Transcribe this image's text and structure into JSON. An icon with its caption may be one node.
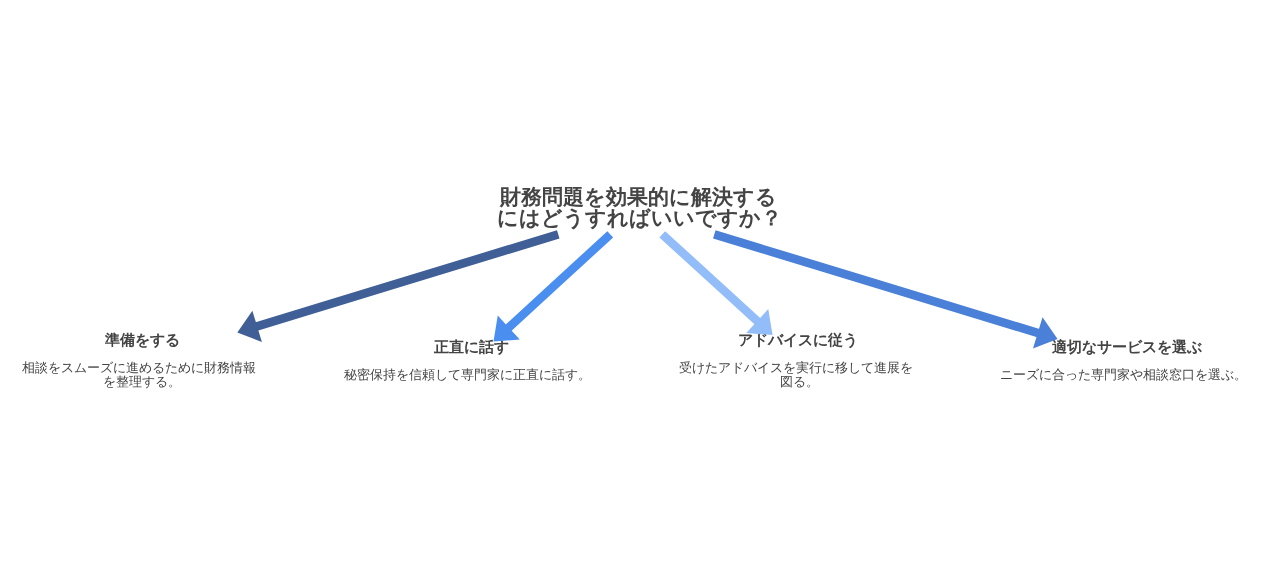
{
  "diagram": {
    "nodes": [
      {
        "text": [
          "財務問題を効果的に解決するにはどうすればいいですか？"
        ]
      },
      {
        "text": [
          "準備をする",
          "相談をスムーズに進めるために財務情報を整理する。"
        ]
      },
      {
        "text": [
          "適切なサービスを選ぶ",
          "ニーズに合った専門家や相談窓口を選ぶ。"
        ]
      },
      {
        "text": [
          "正直に話す",
          "秘密保持を信頼して専門家に正直に話す。"
        ]
      },
      {
        "text": [
          "アドバイスに従う",
          "受けたアドバイスを実行に移して進展を図る。"
        ]
      }
    ],
    "edges": [
      {
        "from": 0,
        "to": 1,
        "arrow": "to",
        "color": "#3f5f96"
      },
      {
        "from": 0,
        "to": 3,
        "arrow": "to",
        "color": "#4a8ef0"
      },
      {
        "from": 0,
        "to": 4,
        "arrow": "to",
        "color": "#93bdf8"
      },
      {
        "from": 0,
        "to": 2,
        "arrow": "to",
        "color": "#4a80d8"
      }
    ]
  }
}
